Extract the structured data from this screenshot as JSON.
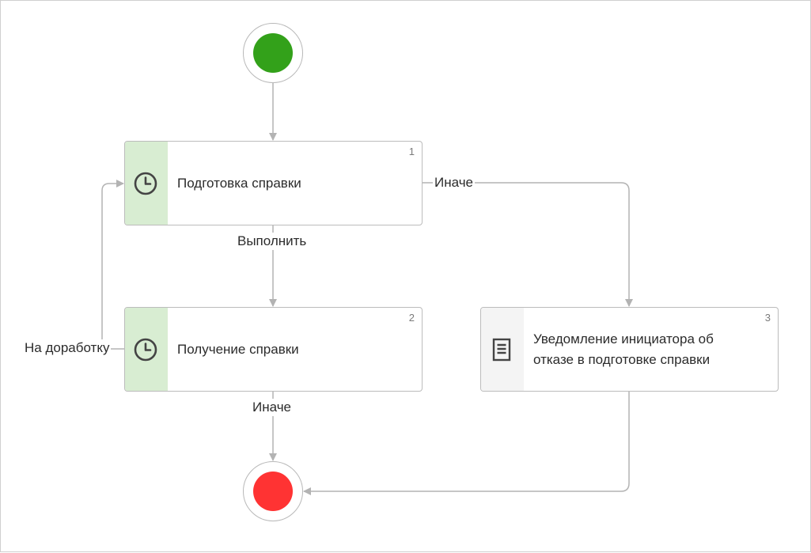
{
  "colors": {
    "start": "#33a11a",
    "end": "#ff3333",
    "connector": "#b3b3b3",
    "strip_user": "#d8edd2",
    "strip_notify": "#f4f4f4",
    "icon": "#444444"
  },
  "events": {
    "start": {
      "icon": "start-event-circle"
    },
    "end": {
      "icon": "end-event-circle"
    }
  },
  "tasks": [
    {
      "number": "1",
      "title": "Подготовка справки",
      "icon": "clock-icon"
    },
    {
      "number": "2",
      "title": "Получение справки",
      "icon": "clock-icon"
    },
    {
      "number": "3",
      "title": "Уведомление инициатора об отказе в подготовке справки",
      "icon": "document-icon"
    }
  ],
  "transitions": {
    "vypolnit": "Выполнить",
    "inache_1": "Иначе",
    "inache_2": "Иначе",
    "na_dorabotku": "На доработку"
  }
}
